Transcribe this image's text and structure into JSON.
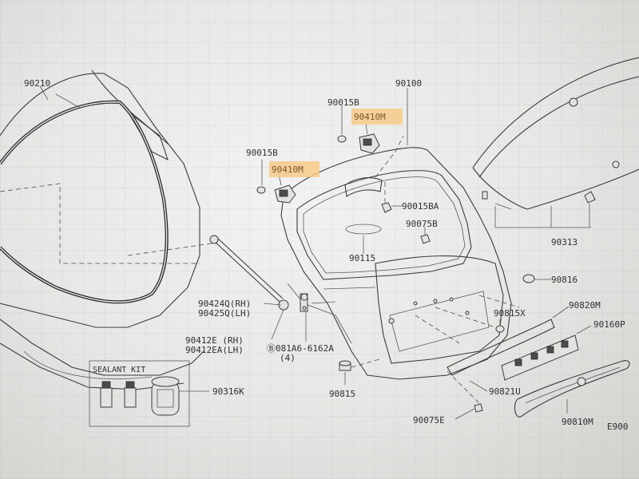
{
  "labels": {
    "p90210": "90210",
    "p90100": "90100",
    "p90015b_a": "90015B",
    "p90015b_b": "90015B",
    "p90410m_a": "90410M",
    "p90410m_b": "90410M",
    "p90015ba": "90015BA",
    "p90075b": "90075B",
    "p90115": "90115",
    "p90313": "90313",
    "p90816": "90816",
    "p90815x": "90815X",
    "p90820m": "90820M",
    "p90160p": "90160P",
    "p90424q": "90424Q(RH)",
    "p90425q": "90425Q(LH)",
    "p90412e": "90412E (RH)",
    "p90412ea": "90412EA(LH)",
    "p081a6": "Ⓑ081A6-6162A",
    "p081a6_qty": "(4)",
    "p90815": "90815",
    "p90821u": "90821U",
    "p90075e": "90075E",
    "p90810m": "90810M",
    "p90316k": "90316K",
    "sealant_kit": "SEALANT KIT",
    "page_code": "E900"
  },
  "colors": {
    "highlight": "#f7c98a",
    "line": "#3a3c3d"
  }
}
